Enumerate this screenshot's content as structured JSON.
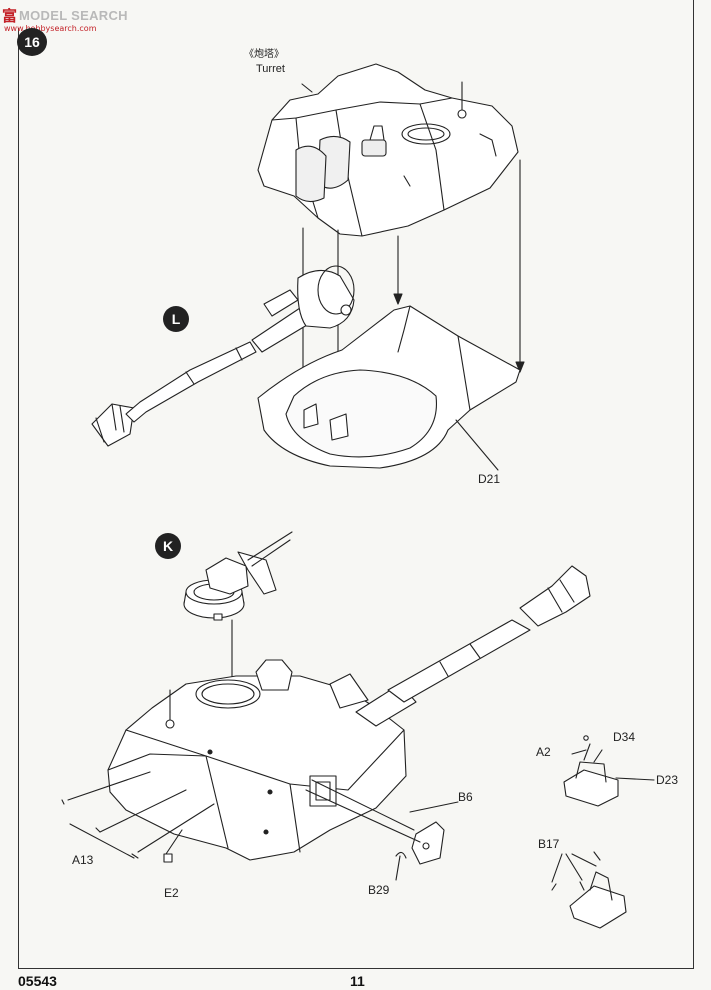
{
  "watermark": {
    "brand_cn": "富",
    "brand_en": "MODEL SEARCH",
    "url": "www.hobbysearch.com"
  },
  "step": {
    "number": "16"
  },
  "turret": {
    "label_cn": "《炮塔》",
    "label_en": "Turret"
  },
  "callouts": {
    "gun": "L",
    "cupola": "K"
  },
  "parts": {
    "d21": "D21",
    "d34": "D34",
    "a2": "A2",
    "d23": "D23",
    "b6": "B6",
    "a13": "A13",
    "b17": "B17",
    "e2": "E2",
    "b29": "B29"
  },
  "footer": {
    "kit_number": "05543",
    "page_number": "11"
  },
  "colors": {
    "ink": "#222222",
    "paper": "#f7f7f4",
    "watermark_red": "#c32127"
  }
}
